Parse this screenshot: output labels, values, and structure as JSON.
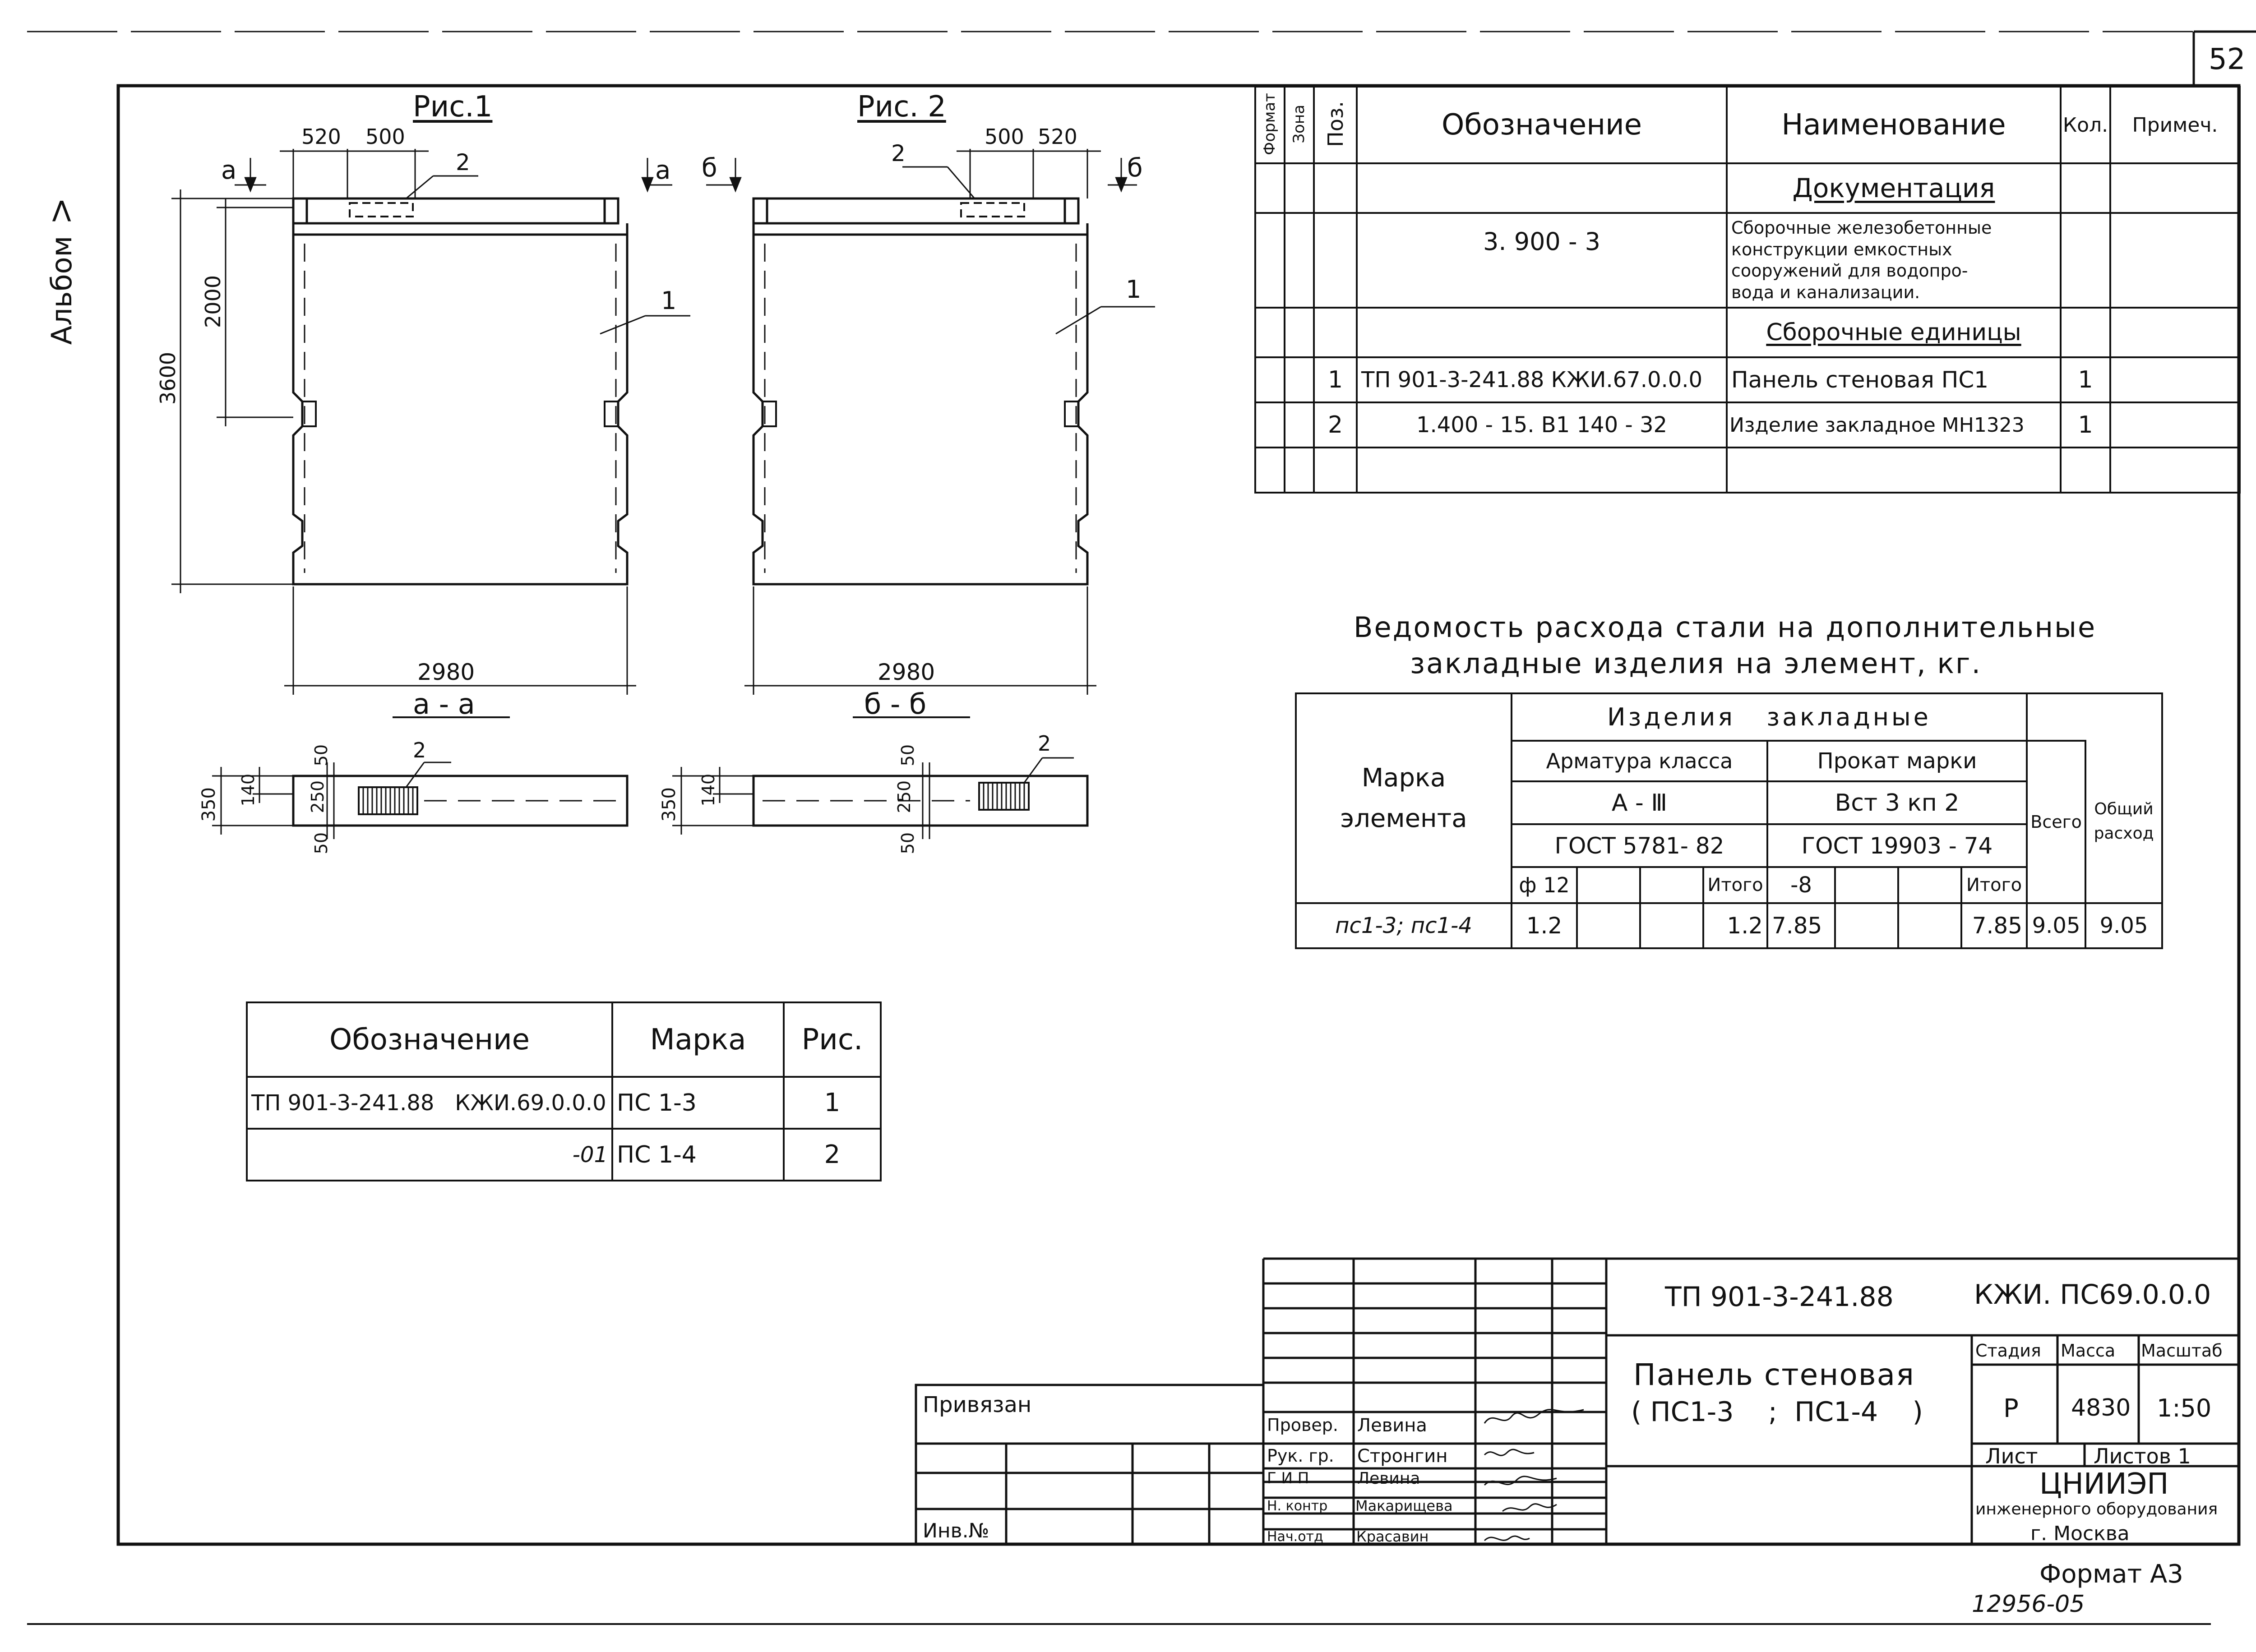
{
  "sheet_number": "52",
  "album_label": "Альбом Ⅴ",
  "format_label": "Формат А3",
  "archive_number": "12956-05",
  "fig1": {
    "title": "Рис.1",
    "dim_top_a": "520",
    "dim_top_b": "500",
    "dim_height": "3600",
    "dim_mid": "2000",
    "dim_width": "2980",
    "section_mark_left": "а",
    "section_mark_right": "а",
    "callout_2": "2",
    "callout_1": "1"
  },
  "fig2": {
    "title": "Рис. 2",
    "dim_top_a": "500",
    "dim_top_b": "520",
    "dim_width": "2980",
    "section_mark_left": "б",
    "section_mark_right": "б",
    "callout_2": "2",
    "callout_1": "1"
  },
  "section_a": {
    "title": "а - а",
    "d350": "350",
    "d140": "140",
    "d250": "250",
    "d50a": "50",
    "d50b": "50",
    "callout": "2"
  },
  "section_b": {
    "title": "б - б",
    "d350": "350",
    "d140": "140",
    "d250": "250",
    "d50a": "50",
    "d50b": "50",
    "callout": "2"
  },
  "spec": {
    "headers": {
      "format": "Формат",
      "zone": "Зона",
      "pos": "Поз.",
      "designation": "Обозначение",
      "name": "Наименование",
      "qty": "Кол.",
      "note": "Примеч."
    },
    "section_docs": "Документация",
    "doc_designation": "3. 900 - 3",
    "doc_name_1": "Сборочные железобетонные",
    "doc_name_2": "конструкции емкостных",
    "doc_name_3": "сооружений для водопро-",
    "doc_name_4": "вода и канализации.",
    "section_units": "Сборочные единицы",
    "rows": [
      {
        "pos": "1",
        "designation": "ТП 901-3-241.88  КЖИ.67.0.0.0",
        "name": "Панель стеновая  ПС1",
        "qty": "1"
      },
      {
        "pos": "2",
        "designation": "1.400 - 15. В1  140 - 32",
        "name": "Изделие закладное МН1323",
        "qty": "1"
      }
    ]
  },
  "steel": {
    "title_1": "Ведомость расхода стали на дополнительные",
    "title_2": "закладные изделия на элемент, кг.",
    "col_mark_1": "Марка",
    "col_mark_2": "элемента",
    "group": "Изделия   закладные",
    "arm_class": "Арматура класса",
    "rolled": "Прокат марки",
    "arm_grade": "А - Ⅲ",
    "rolled_grade": "Вст 3 кп 2",
    "arm_gost": "ГОСТ 5781- 82",
    "rolled_gost": "ГОСТ 19903 - 74",
    "total": "Всего",
    "general_1": "Общий",
    "general_2": "расход",
    "arm_dia": "ф 12",
    "itogo": "Итого",
    "rolled_thk": "-8",
    "row_mark": "пс1-3; пс1-4",
    "row_arm": "1.2",
    "row_arm_total": "1.2",
    "row_rolled": "7.85",
    "row_rolled_total": "7.85",
    "row_total": "9.05",
    "row_general": "9.05"
  },
  "variants": {
    "headers": {
      "designation": "Обозначение",
      "mark": "Марка",
      "fig": "Рис."
    },
    "rows": [
      {
        "designation": "ТП 901-3-241.88   КЖИ.69.0.0.0",
        "mark": "ПС 1-3",
        "fig": "1"
      },
      {
        "designation": "-01",
        "mark": "ПС 1-4",
        "fig": "2"
      }
    ]
  },
  "title_block": {
    "project_code": "ТП 901-3-241.88",
    "doc_code": "КЖИ. ПС69.0.0.0",
    "title_1": "Панель стеновая",
    "title_2": "( ПС1-3    ;  ПС1-4    )",
    "stage_label": "Стадия",
    "mass_label": "Масса",
    "scale_label": "Масштаб",
    "stage": "Р",
    "mass": "4830",
    "scale": "1:50",
    "sheet_label": "Лист",
    "sheets_label": "Листов 1",
    "org_1": "ЦНИИЭП",
    "org_2": "инженерного оборудования",
    "org_3": "г. Москва",
    "bound_label": "Привязан",
    "inv_label": "Инв.№",
    "signers": [
      {
        "role": "Провер.",
        "name": "Левина"
      },
      {
        "role": "Рук. гр.",
        "name": "Стронгин"
      },
      {
        "role": "Г И П",
        "name": "Левина"
      },
      {
        "role": "Н. контр",
        "name": "Макарищева"
      },
      {
        "role": "Нач.отд",
        "name": "Красавин"
      }
    ]
  }
}
